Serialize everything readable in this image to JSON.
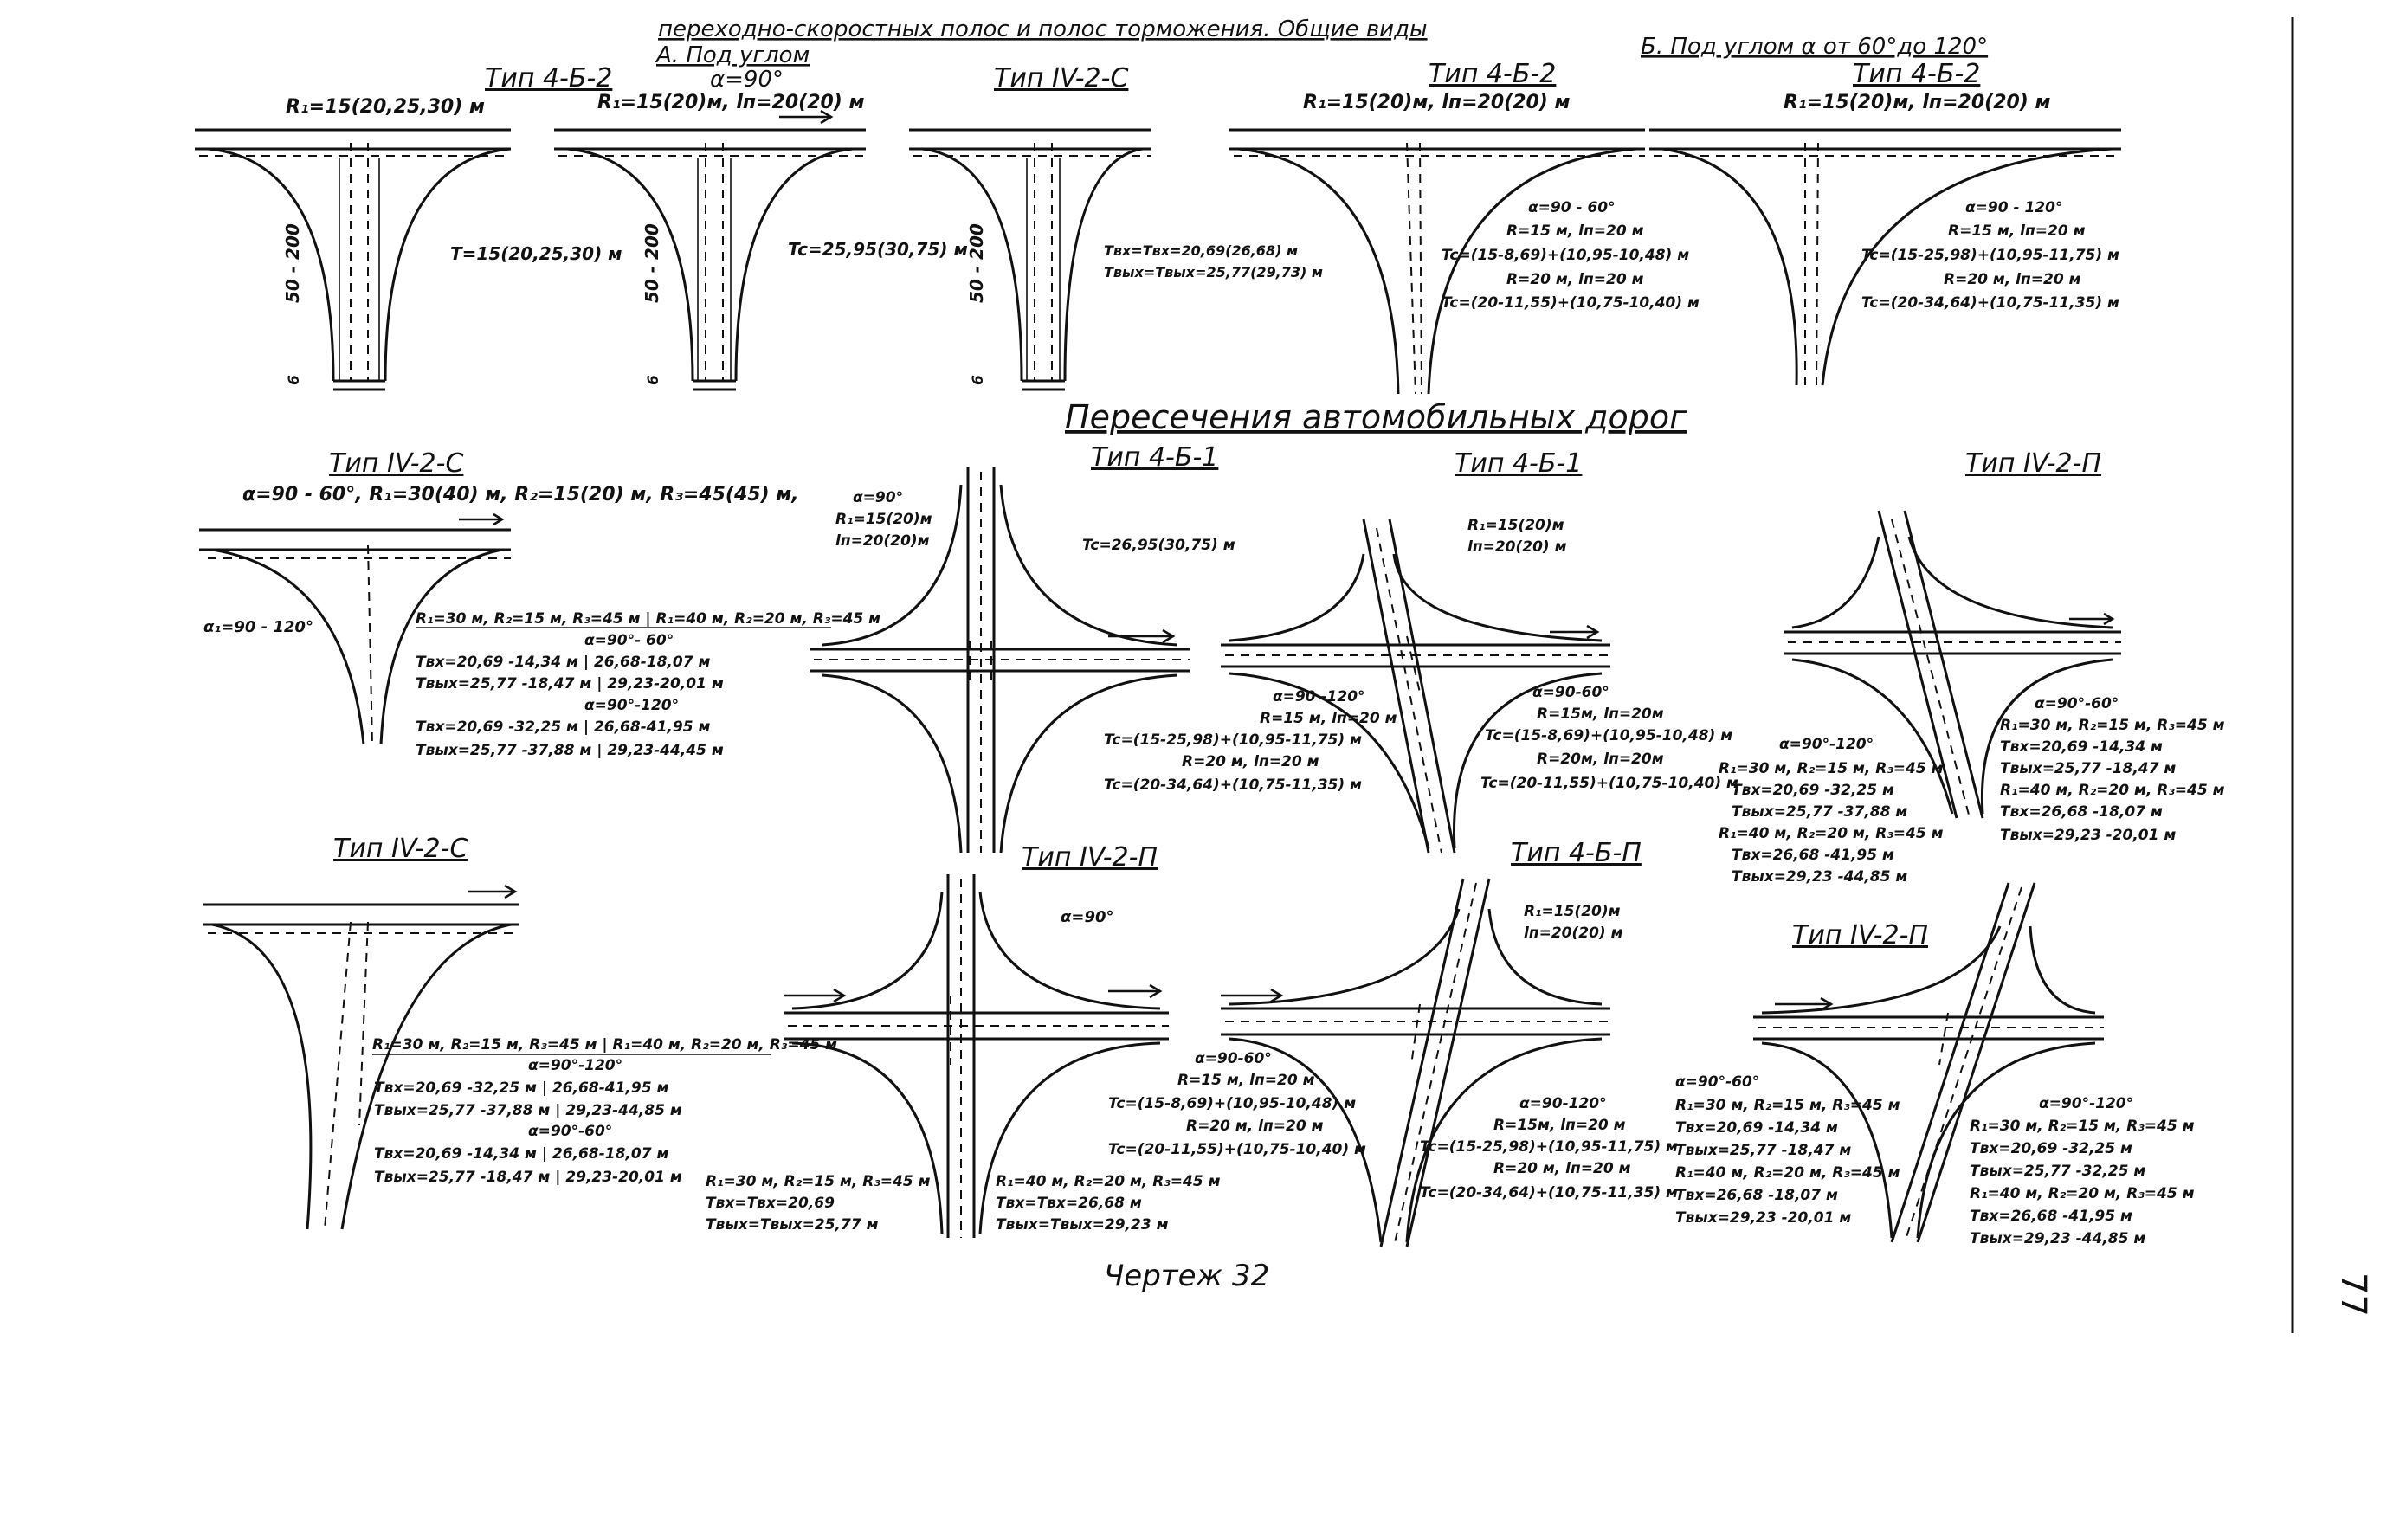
{
  "header": {
    "line1": "переходно-скоростных полос и полос торможения. Общие виды",
    "group_a": "А. Под углом",
    "group_b": "Б. Под углом α от 60°до 120°",
    "alpha90": "α=90°"
  },
  "section_title": "Пересечения автомобильных дорог",
  "caption": "Чертеж 32",
  "page_number": "77",
  "row1": [
    {
      "type": "Тип 4-Б-2",
      "top": "R₁=15(20,25,30) м",
      "side": "50 - 200",
      "bottom": "6",
      "t": "T=15(20,25,30) м"
    },
    {
      "type": "",
      "top": "R₁=15(20)м, lп=20(20) м",
      "side": "50 - 200",
      "bottom": "6",
      "t": "Tc=25,95(30,75) м"
    },
    {
      "type": "Тип IV-2-С",
      "top": "",
      "side": "50 - 200",
      "bottom": "6",
      "t1": "Tвх=Tвх=20,69(26,68) м",
      "t2": "Tвых=Tвых=25,77(29,73) м"
    },
    {
      "type": "Тип 4-Б-2",
      "top": "R₁=15(20)м, lп=20(20) м",
      "lines": [
        "α=90 - 60°",
        "R=15 м, lп=20 м",
        "Tc=(15-8,69)+(10,95-10,48) м",
        "R=20 м, lп=20 м",
        "Tc=(20-11,55)+(10,75-10,40) м"
      ]
    },
    {
      "type": "Тип 4-Б-2",
      "top": "R₁=15(20)м, lп=20(20) м",
      "lines": [
        "α=90 - 120°",
        "R=15 м, lп=20 м",
        "Tc=(15-25,98)+(10,95-11,75) м",
        "R=20 м, lп=20 м",
        "Tc=(20-34,64)+(10,75-11,35) м"
      ]
    }
  ],
  "row2": {
    "left": {
      "type": "Тип IV-2-С",
      "params": "α=90 - 60°, R₁=30(40) м, R₂=15(20) м, R₃=45(45) м,",
      "alpha_label": "α₁=90 - 120°",
      "table_head": "R₁=30 м, R₂=15 м, R₃=45 м | R₁=40 м, R₂=20 м, R₃=45 м",
      "rows": [
        "α=90°- 60°",
        "Tвх=20,69 -14,34 м | 26,68-18,07 м",
        "Tвых=25,77 -18,47 м | 29,23-20,01 м",
        "α=90°-120°",
        "Tвх=20,69 -32,25 м | 26,68-41,95 м",
        "Tвых=25,77 -37,88 м | 29,23-44,45 м"
      ]
    },
    "center": {
      "type": "Тип 4-Б-1",
      "lines": [
        "α=90°",
        "R₁=15(20)м",
        "lп=20(20)м"
      ],
      "t": "Tc=26,95(30,75) м"
    },
    "right1": {
      "type": "Тип 4-Б-1",
      "top": [
        "R₁=15(20)м",
        "lп=20(20) м"
      ],
      "left_lines": [
        "α=90 -120°",
        "R=15 м, lп=20 м",
        "Tc=(15-25,98)+(10,95-11,75) м",
        "R=20 м, lп=20 м",
        "Tc=(20-34,64)+(10,75-11,35) м"
      ],
      "right_lines": [
        "α=90-60°",
        "R=15м, lп=20м",
        "Tc=(15-8,69)+(10,95-10,48) м",
        "R=20м, lп=20м",
        "Tc=(20-11,55)+(10,75-10,40) м"
      ]
    },
    "right2": {
      "type": "Тип IV-2-П",
      "left_lines": [
        "α=90°-120°",
        "R₁=30 м, R₂=15 м, R₃=45 м",
        "Tвх=20,69 -32,25 м",
        "Tвых=25,77 -37,88 м",
        "R₁=40 м, R₂=20 м, R₃=45 м",
        "Tвх=26,68 -41,95 м",
        "Tвых=29,23 -44,85 м"
      ],
      "right_lines": [
        "α=90°-60°",
        "R₁=30 м, R₂=15 м, R₃=45 м",
        "Tвх=20,69 -14,34 м",
        "Tвых=25,77 -18,47 м",
        "R₁=40 м, R₂=20 м, R₃=45 м",
        "Tвх=26,68 -18,07 м",
        "Tвых=29,23 -20,01 м"
      ]
    }
  },
  "row3": {
    "left": {
      "type": "Тип IV-2-С",
      "table_head": "R₁=30 м, R₂=15 м, R₃=45 м | R₁=40 м, R₂=20 м, R₃=45 м",
      "rows": [
        "α=90°-120°",
        "Tвх=20,69 -32,25 м | 26,68-41,95 м",
        "Tвых=25,77 -37,88 м | 29,23-44,85 м",
        "α=90°-60°",
        "Tвх=20,69 -14,34 м | 26,68-18,07 м",
        "Tвых=25,77 -18,47 м | 29,23-20,01 м"
      ]
    },
    "center": {
      "type": "Тип IV-2-П",
      "alpha": "α=90°",
      "l1": "R₁=30 м, R₂=15 м, R₃=45 м",
      "l2": "Tвх=Tвх=20,69",
      "l3": "Tвых=Tвых=25,77 м",
      "r1": "R₁=40 м, R₂=20 м, R₃=45 м",
      "r2": "Tвх=Tвх=26,68 м",
      "r3": "Tвых=Tвых=29,23 м"
    },
    "right1": {
      "type": "Тип 4-Б-П",
      "top": [
        "R₁=15(20)м",
        "lп=20(20) м"
      ],
      "left_lines": [
        "α=90-60°",
        "R=15 м, lп=20 м",
        "Tc=(15-8,69)+(10,95-10,48) м",
        "R=20 м, lп=20 м",
        "Tc=(20-11,55)+(10,75-10,40) м"
      ],
      "right_lines": [
        "α=90-120°",
        "R=15м, lп=20 м",
        "Tc=(15-25,98)+(10,95-11,75) м",
        "R=20 м, lп=20 м",
        "Tc=(20-34,64)+(10,75-11,35) м"
      ]
    },
    "right2": {
      "type": "Тип IV-2-П",
      "left_lines": [
        "α=90°-60°",
        "R₁=30 м, R₂=15 м, R₃=45 м",
        "Tвх=20,69 -14,34 м",
        "Tвых=25,77 -18,47 м",
        "R₁=40 м, R₂=20 м, R₃=45 м",
        "Tвх=26,68 -18,07 м",
        "Tвых=29,23 -20,01 м"
      ],
      "right_lines": [
        "α=90°-120°",
        "R₁=30 м, R₂=15 м, R₃=45 м",
        "Tвх=20,69 -32,25 м",
        "Tвых=25,77 -32,25 м",
        "R₁=40 м, R₂=20 м, R₃=45 м",
        "Tвх=26,68 -41,95 м",
        "Tвых=29,23 -44,85 м"
      ]
    }
  }
}
